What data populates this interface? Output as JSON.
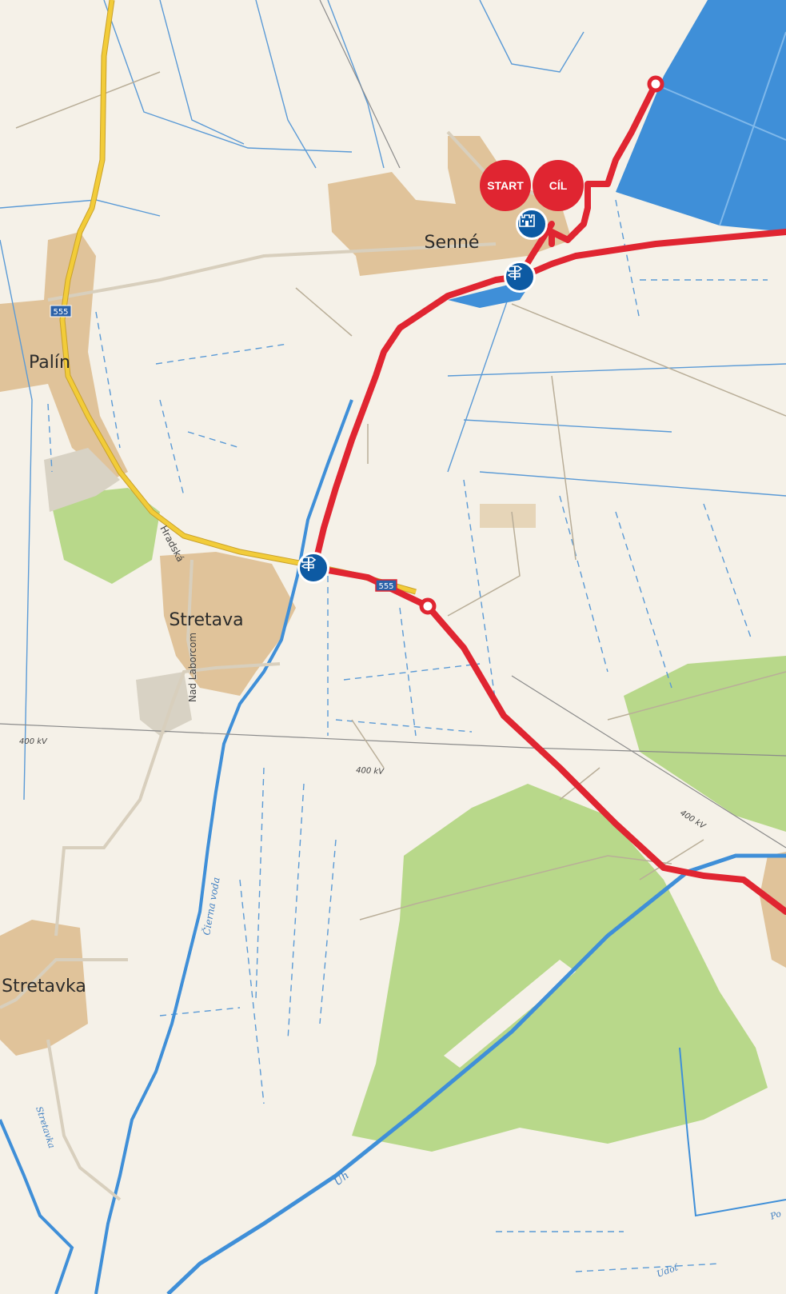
{
  "places": {
    "senne": "Senné",
    "palin": "Palín",
    "stretava": "Stretava",
    "stretavka": "Stretavka"
  },
  "streets": {
    "hradska": "Hradská",
    "nad_laborcom": "Nad Laborcom"
  },
  "road_shields": {
    "r555_a": "555",
    "r555_b": "555"
  },
  "power_lines": {
    "a": "400 kV",
    "b": "400 kV",
    "c": "400 kV"
  },
  "water": {
    "cierna_voda": "Čierna voda",
    "uh": "Uh",
    "stretavka_stream": "Stretavka",
    "udot": "Udoť",
    "po": "Po"
  },
  "route_markers": {
    "start": "START",
    "finish": "CÍL"
  },
  "icons": {
    "castle": "castle-icon",
    "signpost": "signpost-icon"
  },
  "colors": {
    "route": "#e02531",
    "poi": "#0d5aa3",
    "water": "#3f8fd8",
    "urban": "#e0c39a",
    "forest": "#b8d88a",
    "road_primary": "#f2cc39"
  }
}
